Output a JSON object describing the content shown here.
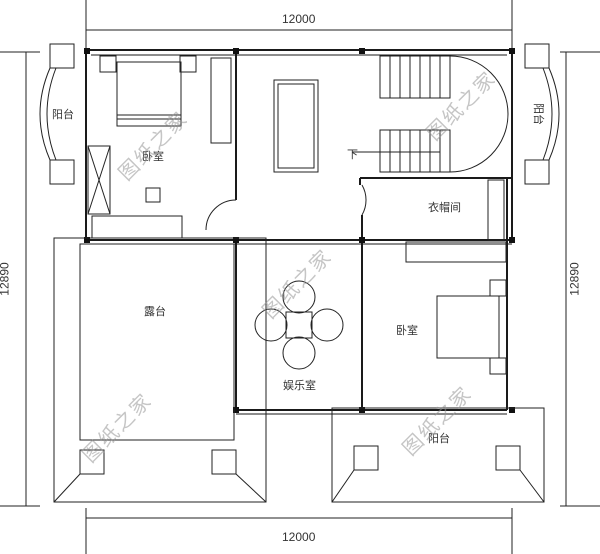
{
  "dimensions": {
    "top_width": "12000",
    "bottom_width": "12000",
    "left_height": "12890",
    "right_height": "12890"
  },
  "rooms": {
    "bedroom_nw": "卧室",
    "balcony_west": "阳台",
    "balcony_east": "阳台",
    "terrace": "露台",
    "game_room": "娱乐室",
    "cloakroom": "衣帽间",
    "bedroom_se": "卧室",
    "balcony_south": "阳台",
    "stair_down": "下"
  },
  "watermark": "图纸之家",
  "colors": {
    "line": "#1a1a1a",
    "watermark": "#999999"
  }
}
